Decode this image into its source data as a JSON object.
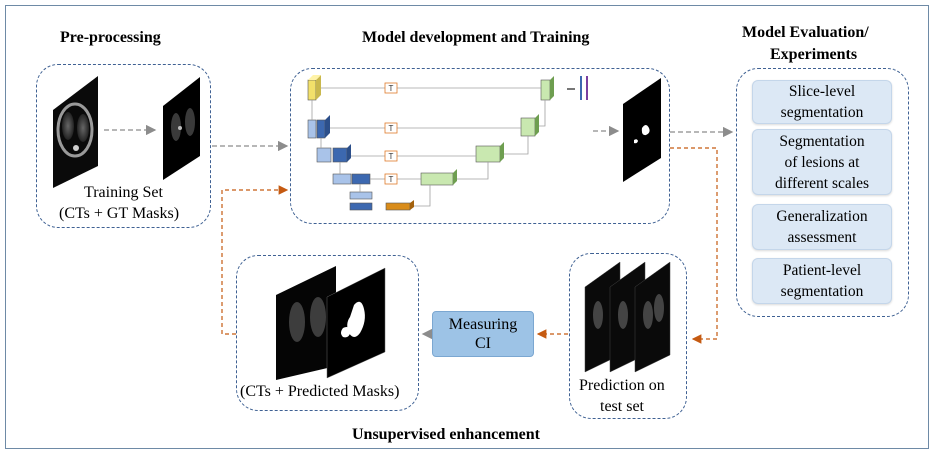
{
  "titles": {
    "preprocessing": "Pre-processing",
    "model_dev": "Model development and Training",
    "evaluation_line1": "Model Evaluation/",
    "evaluation_line2": "Experiments",
    "unsupervised": "Unsupervised enhancement"
  },
  "preprocessing": {
    "label_line1": "Training Set",
    "label_line2": "(CTs + GT Masks)"
  },
  "unet": {
    "skip_label": "T"
  },
  "evaluation": {
    "items": [
      [
        "Slice-level",
        "segmentation"
      ],
      [
        "Segmentation",
        "of lesions at",
        "different scales"
      ],
      [
        "Generalization",
        "assessment"
      ],
      [
        "Patient-level",
        "segmentation"
      ]
    ]
  },
  "prediction": {
    "label_line1": "Prediction on",
    "label_line2": "test set"
  },
  "ci": {
    "line1": "Measuring",
    "line2": "CI"
  },
  "predicted": {
    "label": "(CTs + Predicted Masks)"
  },
  "colors": {
    "box_border": "#3f6193",
    "arrow_gray": "#8c8c8c",
    "arrow_orange": "#c55a11",
    "eval_fill": "#dce8f5",
    "ci_fill": "#9dc3e6",
    "block_blue": "#3c68b0",
    "block_light_blue": "#a9c3e9",
    "block_green": "#c9e8b0",
    "block_yellow": "#f2e06a",
    "block_orange": "#d98c1a"
  },
  "icons": [
    "ct-scan-image",
    "mask-image",
    "unet-diagram"
  ]
}
